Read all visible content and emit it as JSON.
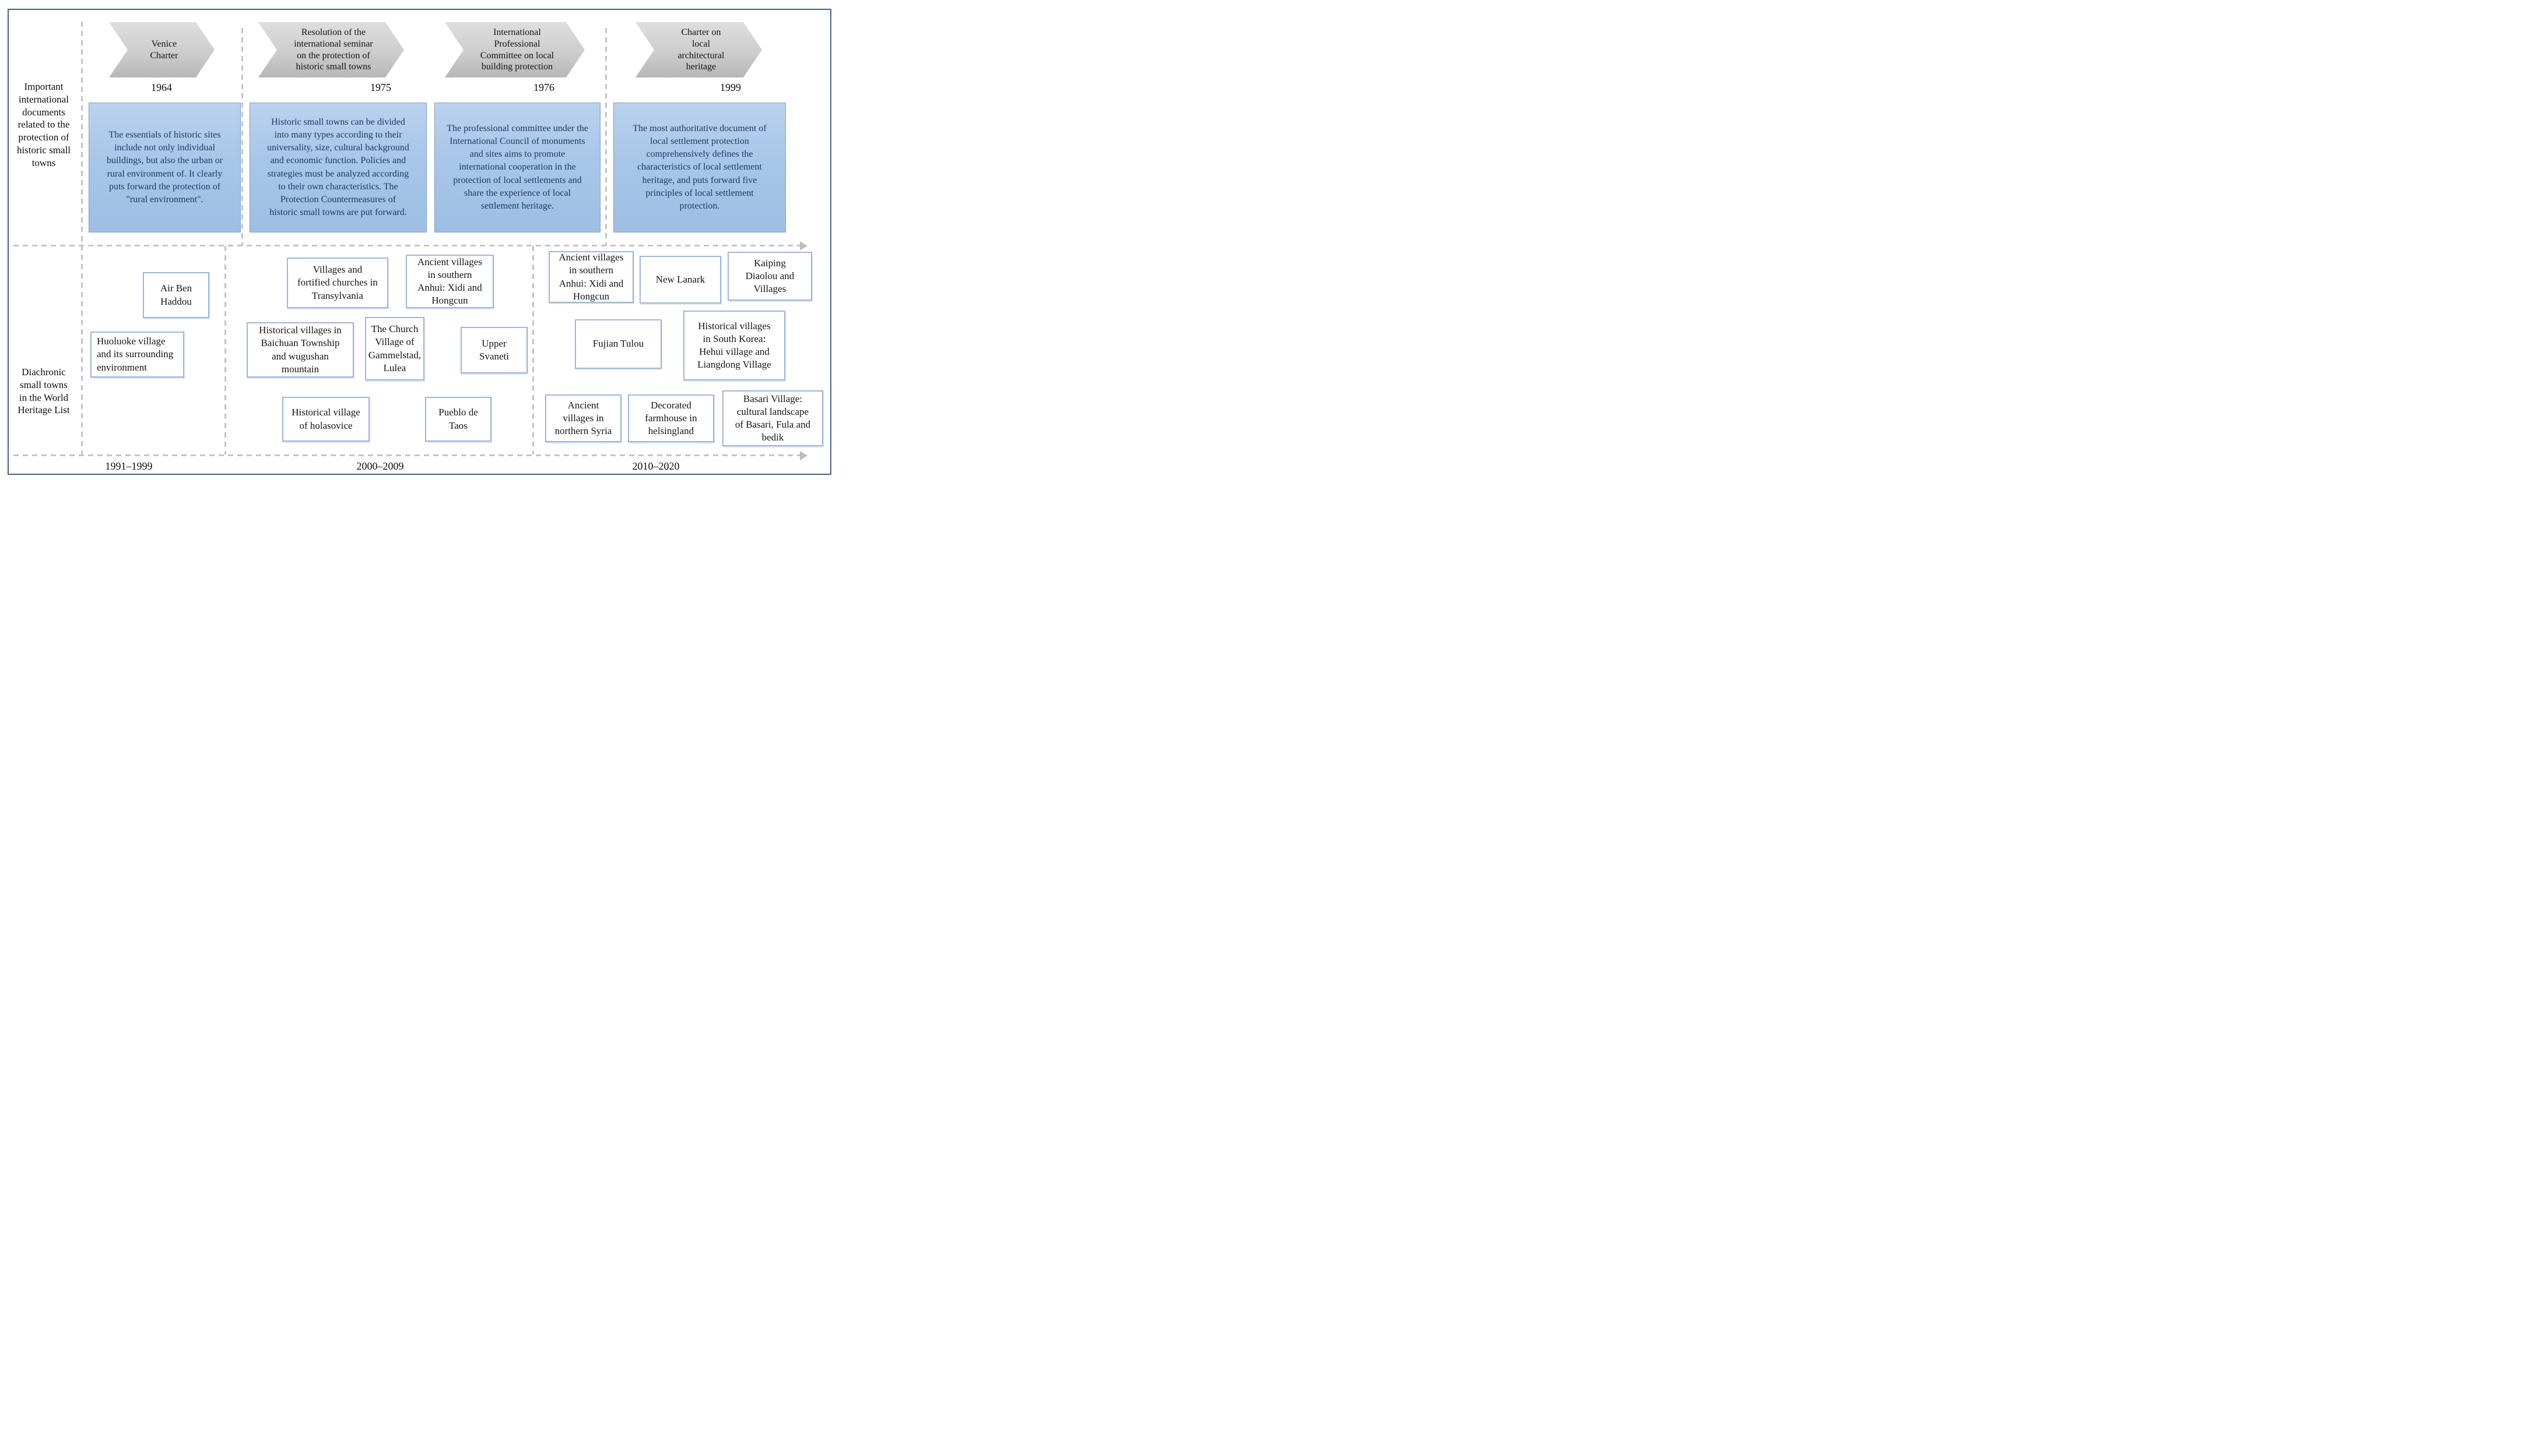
{
  "colors": {
    "frame_border": "#46608c",
    "arrow_fill": "#c9c9c9",
    "blue_box_fill": "#a8c6e8",
    "blue_box_text": "#1f3864",
    "dashed_line": "#c4c4c4",
    "site_box_border": "#9db7d9"
  },
  "left_labels": {
    "top": "Important\ninternational\ndocuments\nrelated to the\nprotection of\nhistoric small\ntowns",
    "bottom": "Diachronic\nsmall towns\nin the World\nHeritage List"
  },
  "documents": [
    {
      "title": "Venice\nCharter",
      "year": "1964",
      "description": "The essentials of historic sites\ninclude not only individual\nbuildings, but also the urban or\nrural environment of. It clearly\nputs forward the protection of\n\"rural environment\"."
    },
    {
      "title": "Resolution of the\ninternational seminar\non the protection of\nhistoric small towns",
      "year": "1975",
      "description": "Historic small towns can be divided\ninto many types according to their\nuniversality, size, cultural background\nand economic function. Policies and\nstrategies must be analyzed according\nto their own characteristics. The\nProtection Countermeasures of\nhistoric small towns are put forward."
    },
    {
      "title": "International\nProfessional\nCommittee on local\nbuilding protection",
      "year": "1976",
      "description": "The professional committee under the\nInternational Council of monuments\nand sites aims to promote\ninternational cooperation in the\nprotection of local settlements and\nshare the experience of local\nsettlement heritage."
    },
    {
      "title": "Charter on\nlocal\narchitectural\nheritage",
      "year": "1999",
      "description": "The most authoritative document of\nlocal settlement protection\ncomprehensively defines the\ncharacteristics of local settlement\nheritage, and puts forward five\nprinciples of local settlement\nprotection."
    }
  ],
  "periods": [
    {
      "label": "1991–1999",
      "sites": [
        "Air Ben\nHaddou",
        "Huoluoke village\nand its surrounding\nenvironment"
      ]
    },
    {
      "label": "2000–2009",
      "sites": [
        "Villages and\nfortified churches in\nTransylvania",
        "Ancient villages\nin southern\nAnhui: Xidi and\nHongcun",
        "Historical villages in\nBaichuan Township\nand wugushan\nmountain",
        "The Church\nVillage of\nGammelstad,\nLulea",
        "Upper\nSvaneti",
        "Historical village\nof holasovice",
        "Pueblo de\nTaos"
      ]
    },
    {
      "label": "2010–2020",
      "sites": [
        "Ancient villages\nin southern\nAnhui: Xidi and\nHongcun",
        "New Lanark",
        "Kaiping\nDiaolou and\nVillages",
        "Fujian Tulou",
        "Historical villages\nin South Korea:\nHehui village and\nLiangdong Village",
        "Ancient\nvillages in\nnorthern Syria",
        "Decorated\nfarmhouse in\nhelsingland",
        "Basari Village:\ncultural landscape\nof Basari, Fula and\nbedik"
      ]
    }
  ]
}
